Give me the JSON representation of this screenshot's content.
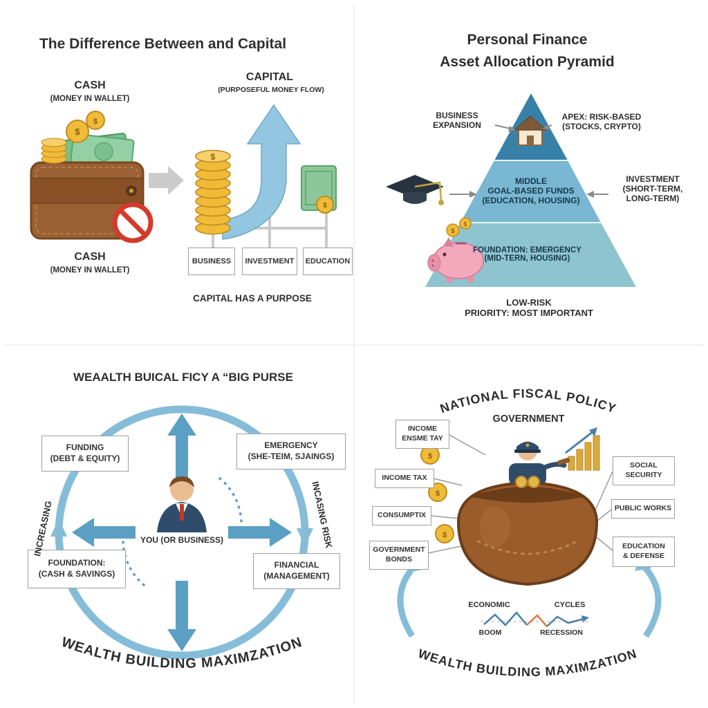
{
  "icons": {
    "dollar": "$"
  },
  "colors": {
    "arrow_blue": "#85bdd8",
    "deep_blue": "#5b9fc4",
    "pyramid_top": "#3781a9",
    "pyramid_mid": "#79b7d2",
    "pyramid_bottom": "#8ec4cf",
    "coin_gold": "#f0bb38",
    "wallet_brown": "#9a6134",
    "prohibition_red": "#d43a2a",
    "money_green": "#7bbf8d"
  },
  "q1": {
    "title": "The Difference Between and Capital",
    "cash_top_label": "CASH",
    "cash_top_sub": "(MONEY IN WALLET)",
    "cash_bottom_label": "CASH",
    "cash_bottom_sub": "(MONEY IN WALLET)",
    "capital_label": "CAPITAL",
    "capital_sub": "(PURPOSEFUL MONEY FLOW)",
    "boxes": [
      "BUSINESS",
      "INVESTMENT",
      "EDUCATION"
    ],
    "caption": "CAPITAL HAS A PURPOSE"
  },
  "q2": {
    "title": "Personal Finance\nAsset Allocation Pyramid",
    "business_expansion": "BUSINESS\nEXPANSION",
    "apex_label": "APEX: RISK-BASED\n(STOCKS, CRYPTO)",
    "middle_label": "MIDDLE\nGOAL-BASED FUNDS\n(EDUCATION, HOUSING)",
    "investment_label": "INVESTMENT\n(SHORT-TERM,\nLONG-TERM)",
    "foundation_label": "FOUNDATION: EMERGENCY\n(MID-TERN, HOUSING)",
    "bottom_note": "LOW-RISK\nPRIORITY: MOST IMPORTANT"
  },
  "q3": {
    "title": "WEAALTH BUICAL FICY A “BIG PURSE",
    "funding": "FUNDING\n(DEBT & EQUITY)",
    "emergency": "EMERGENCY\n(SHE-TEIM, SJAINGS)",
    "foundation": "FOUNDATION:\n(CASH & SAVINGS)",
    "financial": "FINANCIAL\n(MANAGEMENT)",
    "center": "YOU (OR BUSINESS)",
    "left_rotated": "INCREASING",
    "right_rotated": "INCASING RISK",
    "curved_bottom": "WEALTH BUILDING MAXIMZATION"
  },
  "q4": {
    "curved_title": "NATIONAL FISCAL POLICY",
    "government": "GOVERNMENT",
    "left_boxes": [
      "INCOME\nENSME TAY",
      "INCOME TAX",
      "CONSUMPTIX",
      "GOVERNMENT\nBONDS"
    ],
    "right_boxes": [
      "SOCIAL\nSECURITY",
      "PUBLIC WORKS",
      "EDUCATION\n& DEFENSE"
    ],
    "economic": "ECONOMIC",
    "cycles": "CYCLES",
    "boom": "BOOM",
    "recession": "RECESSION",
    "curved_bottom": "WEALTH BUILDING MAXIMZATION"
  }
}
